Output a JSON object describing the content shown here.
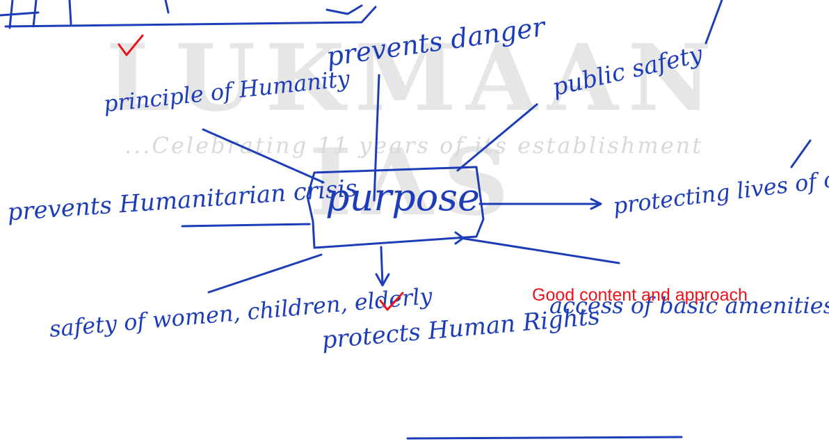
{
  "watermark": {
    "brand": "LUKMAAN IAS",
    "tagline": "...Celebrating 11 years of its establishment"
  },
  "diagram": {
    "center": "purpose",
    "branches": [
      "principle of Humanity",
      "prevents danger",
      "public safety",
      "prevents Humanitarian crisis",
      "protecting lives of civilians.",
      "safety of women, children, elderly",
      "protects Human Rights",
      "access of basic amenities"
    ]
  },
  "evaluator": {
    "remark": "Good content and approach"
  },
  "colors": {
    "ink": "#1d3db8",
    "evaluator": "#e8141c",
    "watermark": "#e6e6e6"
  }
}
